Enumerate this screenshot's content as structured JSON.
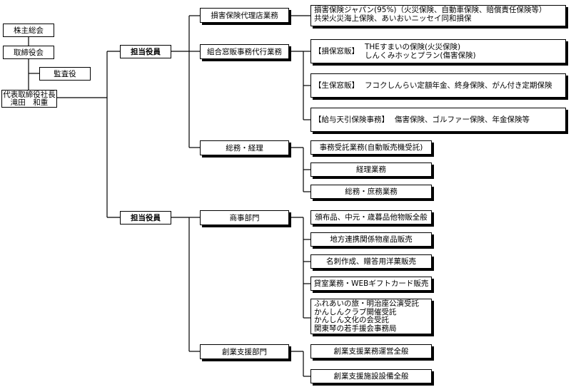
{
  "left_chain": {
    "shareholders": "株主総会",
    "board": "取締役会",
    "auditor": "監査役",
    "president_title": "代表取締役社長",
    "president_name": "滝田　和重"
  },
  "officer_label": "担当役員",
  "sections": {
    "insurance_agency": {
      "label": "損害保険代理店業務",
      "detail": [
        "損害保険ジャパン(95%)（火災保険、自動車保険、賠償責任保険等）",
        "共栄火災海上保険、あいおいニッセイ同和損保"
      ]
    },
    "group_window": {
      "label": "組合窓販事務代行業務",
      "items": [
        {
          "category": "【損保窓販】",
          "lines": [
            "THEすまいの保険(火災保険)",
            "しんくみホッとプラン(傷害保険)"
          ]
        },
        {
          "category": "【生保窓販】",
          "lines": [
            "フコクしんらい定額年金、終身保険、がん付き定期保険"
          ]
        },
        {
          "category": "【給与天引保険事務】",
          "lines": [
            "傷害保険、ゴルファー保険、年金保険等"
          ]
        }
      ]
    },
    "general_affairs": {
      "label": "総務・経理",
      "items": [
        "事務受託業務(自動販売機受託)",
        "経理業務",
        "総務・庶務業務"
      ]
    },
    "commerce": {
      "label": "商事部門",
      "items": [
        [
          "頒布品、中元・歳暮品他物販全般"
        ],
        [
          "地方連携関係物産品販売"
        ],
        [
          "名刺作成、贈答用洋菓販売"
        ],
        [
          "貸室業務・WEBギフトカード販売"
        ],
        [
          "ふれあいの旅・明治座公演受託",
          "かんしんクラブ開催受託",
          "かんしん文化の会受託",
          "関東琴の若手援会事務局"
        ]
      ]
    },
    "startup_support": {
      "label": "創業支援部門",
      "items": [
        "創業支援業務運営全般",
        "創業支援施設設備全般"
      ]
    }
  }
}
